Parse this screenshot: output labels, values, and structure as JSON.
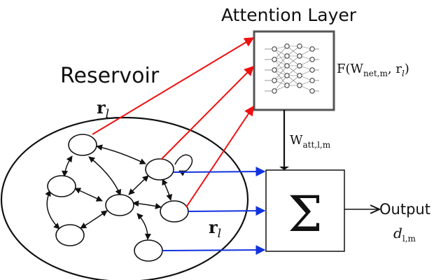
{
  "labels": {
    "attention_title": "Attention Layer",
    "reservoir_title": "Reservoir",
    "r_top": "r",
    "r_top_sub": "l",
    "r_bottom": "r",
    "r_bottom_sub": "l",
    "f_main": "F(W",
    "f_sub": "net,m",
    "f_mid": ", r",
    "f_sub2": "l",
    "f_end": ")",
    "w_main": "W",
    "w_sub": "att,l,m",
    "sum_symbol": "Σ",
    "output": "Output",
    "d_main": "d",
    "d_sub": "l,m"
  },
  "colors": {
    "red_arrows": "#ee1111",
    "blue_arrows": "#1133dd",
    "black": "#111111"
  },
  "icons": {
    "neural_net": "neural-network-icon",
    "sum": "sigma-icon"
  }
}
